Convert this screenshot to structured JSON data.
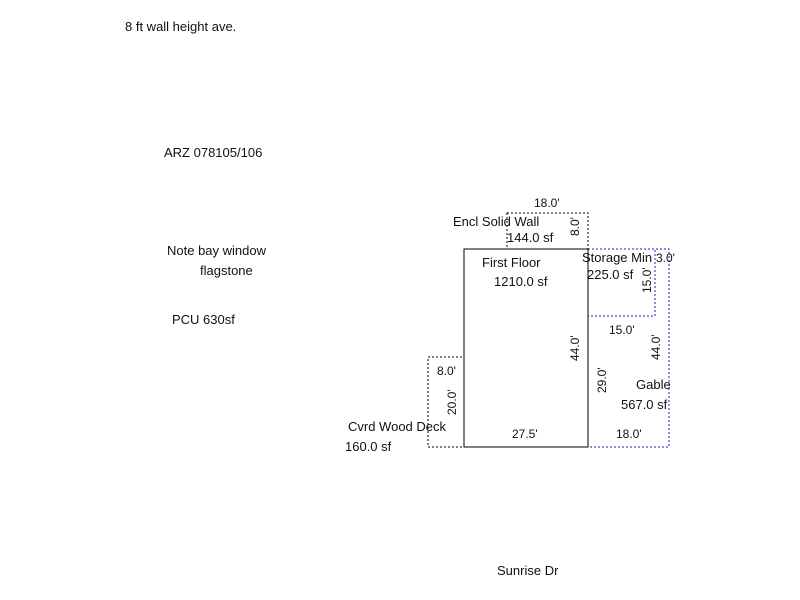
{
  "notes": {
    "wall_height": "8 ft wall height ave.",
    "parcel": "ARZ 078105/106",
    "bay_window": "Note bay window",
    "flagstone": "flagstone",
    "pcu": "PCU 630sf",
    "street": "Sunrise Dr"
  },
  "areas": {
    "first_floor": {
      "name": "First Floor",
      "area": "1210.0 sf"
    },
    "encl_solid_wall": {
      "name": "Encl Solid Wall",
      "area": "144.0 sf"
    },
    "storage_min": {
      "name": "Storage Min",
      "area": "225.0 sf"
    },
    "gable": {
      "name": "Gable",
      "area": "567.0 sf"
    },
    "cvrd_wood_deck": {
      "name": "Cvrd Wood Deck",
      "area": "160.0 sf"
    }
  },
  "dimensions": {
    "encl_width": "18.0'",
    "encl_depth": "8.0'",
    "first_floor_depth": "44.0'",
    "first_floor_width": "27.5'",
    "storage_depth": "15.0'",
    "storage_width": "15.0'",
    "storage_jog": "3.0'",
    "gable_depth": "44.0'",
    "gable_inner_depth": "29.0'",
    "gable_width": "18.0'",
    "deck_width": "8.0'",
    "deck_depth": "20.0'"
  },
  "colors": {
    "solid_line": "#000000",
    "dotted_line": "#000000",
    "blue_line": "#1c1cc8"
  }
}
